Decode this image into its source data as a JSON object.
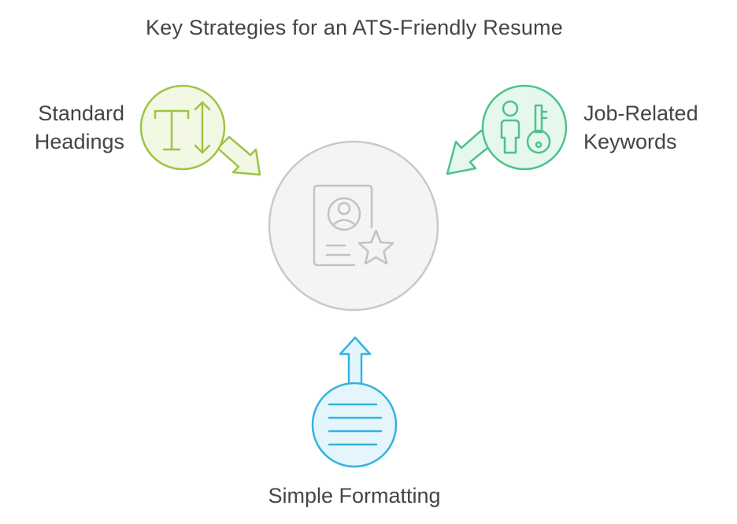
{
  "title": "Key Strategies for an ATS-Friendly Resume",
  "center": {
    "icon": "resume-star-icon"
  },
  "strategies": [
    {
      "id": "standard-headings",
      "lines": [
        "Standard",
        "Headings"
      ],
      "icon": "text-height-icon",
      "color": "#9dc443",
      "fill": "#f2f8e4"
    },
    {
      "id": "job-related-keywords",
      "lines": [
        "Job-Related",
        "Keywords"
      ],
      "icon": "person-key-icon",
      "color": "#4cc389",
      "fill": "#e6f7ee"
    },
    {
      "id": "simple-formatting",
      "lines": [
        "Simple Formatting"
      ],
      "icon": "text-lines-icon",
      "color": "#34b3de",
      "fill": "#e4f5fb"
    }
  ],
  "colors": {
    "center_stroke": "#c9c9c9",
    "center_fill": "#f4f4f4",
    "center_icon": "#c2c2c2",
    "text": "#444444"
  }
}
